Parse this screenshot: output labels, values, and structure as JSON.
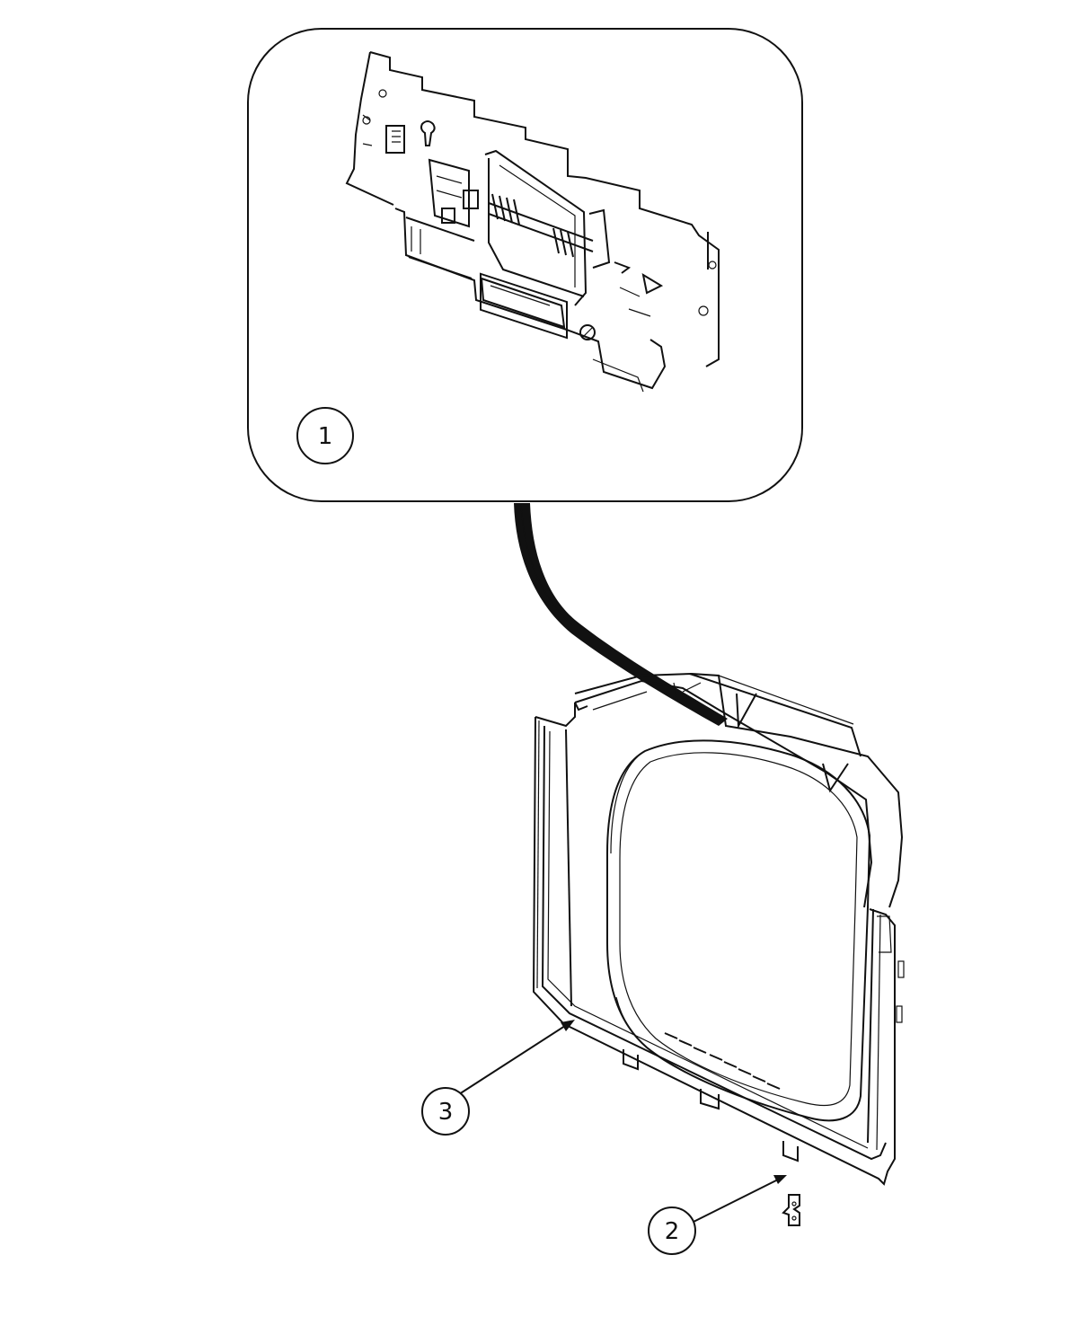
{
  "callouts": {
    "c1": "1",
    "c2": "2",
    "c3": "3"
  },
  "colors": {
    "ink": "#111111",
    "paper": "#ffffff"
  }
}
